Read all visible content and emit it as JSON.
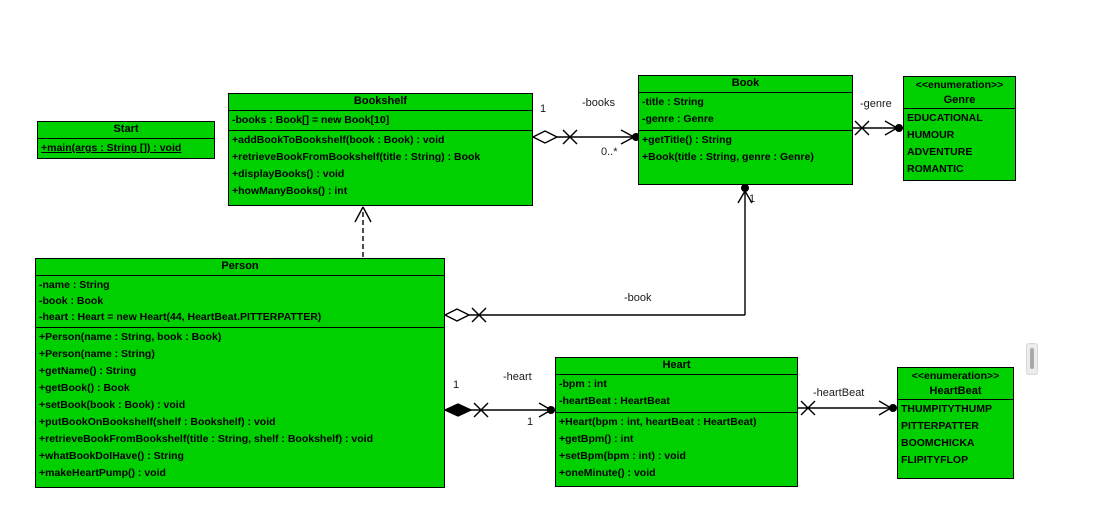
{
  "colors": {
    "class_fill": "#00CF00",
    "border": "#000000",
    "connector_label": "#1a1a1a"
  },
  "classes": {
    "start": {
      "title": "Start",
      "methods": [
        "+main(args : String []) : void"
      ]
    },
    "bookshelf": {
      "title": "Bookshelf",
      "attributes": [
        "-books : Book[] = new Book[10]"
      ],
      "methods": [
        "+addBookToBookshelf(book : Book) : void",
        "+retrieveBookFromBookshelf(title : String) : Book",
        "+displayBooks() : void",
        "+howManyBooks() : int"
      ]
    },
    "book": {
      "title": "Book",
      "attributes": [
        "-title : String",
        "-genre : Genre"
      ],
      "methods": [
        "+getTitle() : String",
        "+Book(title : String, genre : Genre)"
      ]
    },
    "genre": {
      "stereotype": "<<enumeration>>",
      "title": "Genre",
      "values": [
        "EDUCATIONAL",
        "HUMOUR",
        "ADVENTURE",
        "ROMANTIC"
      ]
    },
    "person": {
      "title": "Person",
      "attributes": [
        "-name : String",
        "-book : Book",
        "-heart : Heart = new Heart(44, HeartBeat.PITTERPATTER)"
      ],
      "methods": [
        "+Person(name : String, book : Book)",
        "+Person(name : String)",
        "+getName() : String",
        "+getBook() : Book",
        "+setBook(book : Book) : void",
        "+putBookOnBookshelf(shelf : Bookshelf) : void",
        "+retrieveBookFromBookshelf(title : String, shelf : Bookshelf) : void",
        "+whatBookDoIHave() : String",
        "+makeHeartPump() : void"
      ]
    },
    "heart": {
      "title": "Heart",
      "attributes": [
        "-bpm : int",
        "-heartBeat : HeartBeat"
      ],
      "methods": [
        "+Heart(bpm : int, heartBeat : HeartBeat)",
        "+getBpm() : int",
        "+setBpm(bpm : int) : void",
        "+oneMinute() : void"
      ]
    },
    "heartbeat": {
      "stereotype": "<<enumeration>>",
      "title": "HeartBeat",
      "values": [
        "THUMPITYTHUMP",
        "PITTERPATTER",
        "BOOMCHICKA",
        "FLIPITYFLOP"
      ]
    }
  },
  "connectors": {
    "bookshelf_book": {
      "source_mult": "1",
      "label": "-books",
      "target_mult": "0..*"
    },
    "book_genre": {
      "label": "-genre"
    },
    "person_book": {
      "label": "-book",
      "target_mult": "1"
    },
    "person_heart": {
      "source_mult": "1",
      "label": "-heart",
      "target_mult": "1"
    },
    "heart_heartbeat": {
      "label": "-heartBeat"
    }
  }
}
